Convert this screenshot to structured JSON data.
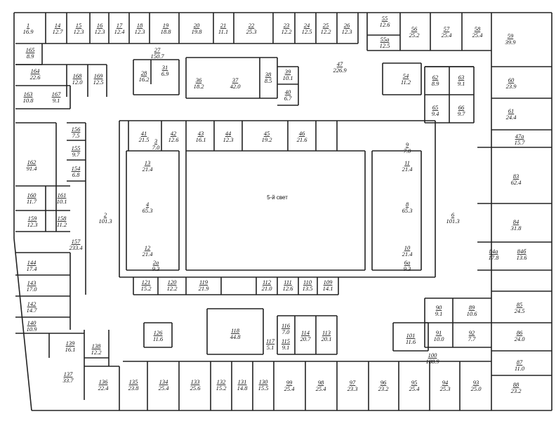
{
  "plan": {
    "center_label": "5-й свет",
    "rooms": [
      {
        "number": "1",
        "area": "16.9"
      },
      {
        "number": "14",
        "area": "12.7"
      },
      {
        "number": "15",
        "area": "12.3"
      },
      {
        "number": "16",
        "area": "12.3"
      },
      {
        "number": "17",
        "area": "12.4"
      },
      {
        "number": "18",
        "area": "12.3"
      },
      {
        "number": "19",
        "area": "18.8"
      },
      {
        "number": "20",
        "area": "19.8"
      },
      {
        "number": "21",
        "area": "11.1"
      },
      {
        "number": "22",
        "area": "25.3"
      },
      {
        "number": "23",
        "area": "12.2"
      },
      {
        "number": "24",
        "area": "12.5"
      },
      {
        "number": "25",
        "area": "12.2"
      },
      {
        "number": "26",
        "area": "12.3"
      },
      {
        "number": "55",
        "area": "12.6"
      },
      {
        "number": "55a",
        "area": "12.5"
      },
      {
        "number": "56",
        "area": "25.2"
      },
      {
        "number": "57",
        "area": "25.4"
      },
      {
        "number": "58",
        "area": "25.4"
      },
      {
        "number": "59",
        "area": "39.9"
      },
      {
        "number": "165",
        "area": "8.9"
      },
      {
        "number": "27",
        "area": "150.7"
      },
      {
        "number": "164",
        "area": "22.6"
      },
      {
        "number": "168",
        "area": "12.0"
      },
      {
        "number": "169",
        "area": "12.5"
      },
      {
        "number": "28",
        "area": "16.2"
      },
      {
        "number": "31",
        "area": "6.9"
      },
      {
        "number": "36",
        "area": "18.2"
      },
      {
        "number": "37",
        "area": "42.0"
      },
      {
        "number": "38",
        "area": "8.5"
      },
      {
        "number": "39",
        "area": "10.1"
      },
      {
        "number": "40",
        "area": "6.7"
      },
      {
        "number": "47",
        "area": "226.9"
      },
      {
        "number": "54",
        "area": "11.2"
      },
      {
        "number": "62",
        "area": "8.9"
      },
      {
        "number": "63",
        "area": "9.1"
      },
      {
        "number": "60",
        "area": "23.9"
      },
      {
        "number": "163",
        "area": "10.8"
      },
      {
        "number": "167",
        "area": "9.1"
      },
      {
        "number": "65",
        "area": "9.4"
      },
      {
        "number": "66",
        "area": "9.7"
      },
      {
        "number": "61",
        "area": "24.4"
      },
      {
        "number": "162",
        "area": "91.4"
      },
      {
        "number": "156",
        "area": "7.5"
      },
      {
        "number": "155",
        "area": "9.7"
      },
      {
        "number": "154",
        "area": "6.8"
      },
      {
        "number": "161",
        "area": "10.1"
      },
      {
        "number": "160",
        "area": "11.7"
      },
      {
        "number": "159",
        "area": "12.3"
      },
      {
        "number": "158",
        "area": "11.2"
      },
      {
        "number": "157",
        "area": "233.4"
      },
      {
        "number": "144",
        "area": "17.4"
      },
      {
        "number": "143",
        "area": "17.0"
      },
      {
        "number": "142",
        "area": "14.7"
      },
      {
        "number": "140",
        "area": "10.9"
      },
      {
        "number": "139",
        "area": "16.1"
      },
      {
        "number": "138",
        "area": "12.2"
      },
      {
        "number": "137",
        "area": "33.7"
      },
      {
        "number": "136",
        "area": "22.4"
      },
      {
        "number": "135",
        "area": "23.8"
      },
      {
        "number": "134",
        "area": "25.4"
      },
      {
        "number": "133",
        "area": "25.6"
      },
      {
        "number": "132",
        "area": "15.2"
      },
      {
        "number": "131",
        "area": "14.8"
      },
      {
        "number": "130",
        "area": "15.5"
      },
      {
        "number": "99",
        "area": "25.4"
      },
      {
        "number": "98",
        "area": "25.4"
      },
      {
        "number": "97",
        "area": "23.3"
      },
      {
        "number": "96",
        "area": "23.2"
      },
      {
        "number": "95",
        "area": "25.4"
      },
      {
        "number": "94",
        "area": "25.3"
      },
      {
        "number": "93",
        "area": "25.0"
      },
      {
        "number": "88",
        "area": "23.2"
      },
      {
        "number": "87",
        "area": "11.0"
      },
      {
        "number": "100",
        "area": "188.9"
      },
      {
        "number": "86",
        "area": "24.0"
      },
      {
        "number": "85",
        "area": "24.5"
      },
      {
        "number": "84а",
        "area": "17.8"
      },
      {
        "number": "84б",
        "area": "13.6"
      },
      {
        "number": "84",
        "area": "31.8"
      },
      {
        "number": "83",
        "area": "62.4"
      },
      {
        "number": "47а",
        "area": "15.7"
      },
      {
        "number": "41",
        "area": "21.5"
      },
      {
        "number": "42",
        "area": "12.6"
      },
      {
        "number": "43",
        "area": "16.1"
      },
      {
        "number": "44",
        "area": "12.3"
      },
      {
        "number": "45",
        "area": "19.2"
      },
      {
        "number": "46",
        "area": "21.6"
      },
      {
        "number": "2",
        "area": "101.3"
      },
      {
        "number": "4",
        "area": "65.3"
      },
      {
        "number": "13",
        "area": "21.4"
      },
      {
        "number": "12",
        "area": "21.4"
      },
      {
        "number": "3",
        "area": "7.0"
      },
      {
        "number": "2а",
        "area": "9.3"
      },
      {
        "number": "8",
        "area": "65.3"
      },
      {
        "number": "6",
        "area": "101.3"
      },
      {
        "number": "11",
        "area": "21.4"
      },
      {
        "number": "10",
        "area": "21.4"
      },
      {
        "number": "9",
        "area": "7.0"
      },
      {
        "number": "6а",
        "area": "9.3"
      },
      {
        "number": "121",
        "area": "15.2"
      },
      {
        "number": "120",
        "area": "12.2"
      },
      {
        "number": "119",
        "area": "21.9"
      },
      {
        "number": "112",
        "area": "21.0"
      },
      {
        "number": "111",
        "area": "12.6"
      },
      {
        "number": "110",
        "area": "13.5"
      },
      {
        "number": "109",
        "area": "14.1"
      },
      {
        "number": "118",
        "area": "44.8"
      },
      {
        "number": "116",
        "area": "7.0"
      },
      {
        "number": "115",
        "area": "9.1"
      },
      {
        "number": "114",
        "area": "20.7"
      },
      {
        "number": "113",
        "area": "20.1"
      },
      {
        "number": "117",
        "area": "5.1"
      },
      {
        "number": "126",
        "area": "11.6"
      },
      {
        "number": "101",
        "area": "11.6"
      },
      {
        "number": "90",
        "area": "9.1"
      },
      {
        "number": "89",
        "area": "10.6"
      },
      {
        "number": "92",
        "area": "7.7"
      },
      {
        "number": "91",
        "area": "10.0"
      }
    ]
  }
}
